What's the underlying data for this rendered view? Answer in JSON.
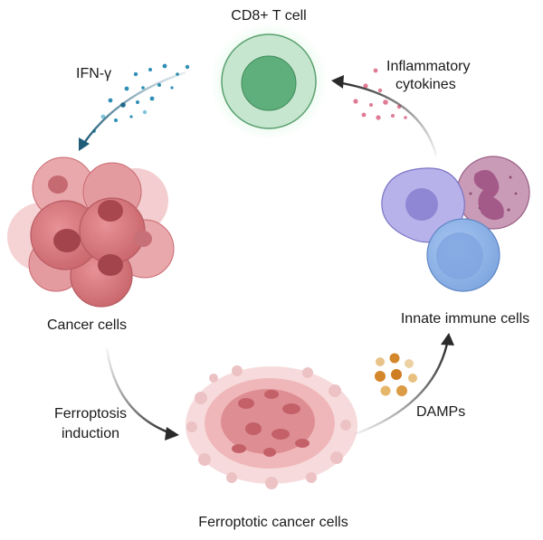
{
  "labels": {
    "t_cell": "CD8+ T cell",
    "ifn": "IFN-γ",
    "inflammatory_line1": "Inflammatory",
    "inflammatory_line2": "cytokines",
    "cancer_cells": "Cancer cells",
    "ferroptosis_line1": "Ferroptosis",
    "ferroptosis_line2": "induction",
    "ferroptotic_cells": "Ferroptotic cancer cells",
    "damps": "DAMPs",
    "innate_immune": "Innate immune cells"
  },
  "colors": {
    "t_cell_glow": "#5fd17a",
    "t_cell_body": "#9fd6ae",
    "t_cell_nucleus": "#5aad77",
    "cancer_cell": "#d97b80",
    "cancer_nucleus": "#a3434c",
    "ferroptotic": "#d98488",
    "ifn_dots": "#2f8fb5",
    "cytokine_dots": "#e07a95",
    "damp_dots": "#e0a04a",
    "macrophage": "#b3aee5",
    "neutrophil": "#c893b2",
    "lymphocyte": "#8fb5e8",
    "arrow": "#2a2a2a"
  }
}
